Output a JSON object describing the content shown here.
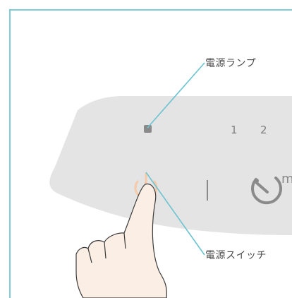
{
  "callouts": {
    "power_lamp_label": "電源ランプ",
    "power_switch_label": "電源スイッチ"
  },
  "panel": {
    "timer_numbers": [
      "1",
      "2"
    ],
    "timer_unit_partial": "m"
  },
  "icons": {
    "power_switch": "power-icon",
    "timer": "timer-icon",
    "hand": "pointing-hand-icon",
    "lamp": "lamp-indicator-icon"
  },
  "colors": {
    "frame_border": "#7fcdd4",
    "callout_line": "#6cc3d0",
    "panel_fill": "#e4e4e4",
    "power_icon": "#f6c9a8",
    "lamp": "#8a8a8a",
    "skin": "#fbeee4",
    "outline": "#3a3a3a"
  }
}
